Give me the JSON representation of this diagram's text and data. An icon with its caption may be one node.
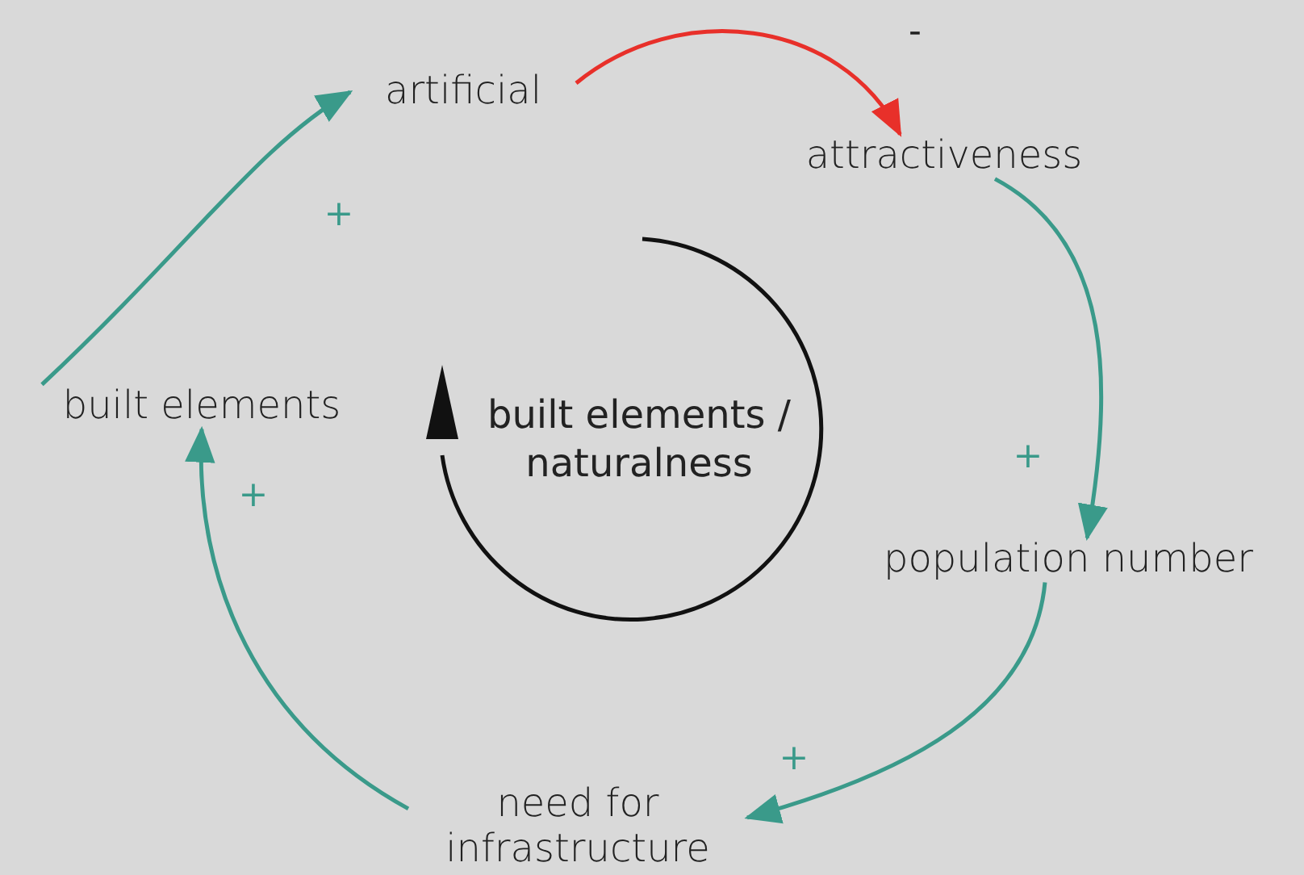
{
  "diagram": {
    "nodes": [
      {
        "text": [
          "artificial"
        ]
      },
      {
        "text": [
          "attractiveness"
        ]
      },
      {
        "text": [
          "population number"
        ]
      },
      {
        "text": [
          "need for infrastructure"
        ]
      },
      {
        "text": [
          "built elements"
        ]
      }
    ],
    "edges": [
      {
        "from": 0,
        "to": 1,
        "arrow": "to",
        "label": "-",
        "color": "#e8302a"
      },
      {
        "from": 1,
        "to": 2,
        "arrow": "to",
        "label": "+"
      },
      {
        "from": 2,
        "to": 3,
        "arrow": "to",
        "label": "+"
      },
      {
        "from": 3,
        "to": 4,
        "arrow": "to",
        "label": "+"
      },
      {
        "from": 4,
        "to": 0,
        "arrow": "to",
        "label": "+"
      }
    ],
    "labels": [
      "built elements / naturalness"
    ]
  }
}
